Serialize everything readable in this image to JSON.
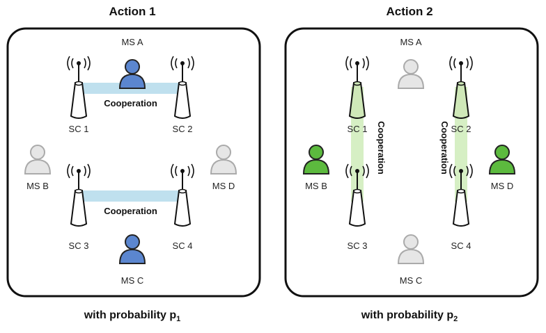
{
  "panels": [
    {
      "title": "Action 1",
      "caption_prefix": "with probability p",
      "caption_sub": "1",
      "stations": [
        {
          "key": "sc1",
          "label": "SC 1",
          "highlight": false
        },
        {
          "key": "sc2",
          "label": "SC 2",
          "highlight": false
        },
        {
          "key": "sc3",
          "label": "SC 3",
          "highlight": false
        },
        {
          "key": "sc4",
          "label": "SC 4",
          "highlight": false
        }
      ],
      "users": [
        {
          "key": "msa",
          "label": "MS A",
          "state": "active-blue"
        },
        {
          "key": "msb",
          "label": "MS B",
          "state": "idle"
        },
        {
          "key": "msc",
          "label": "MS C",
          "state": "active-blue"
        },
        {
          "key": "msd",
          "label": "MS D",
          "state": "idle"
        }
      ],
      "links": [
        {
          "from": "sc1",
          "to": "sc2",
          "label": "Cooperation",
          "orientation": "horizontal"
        },
        {
          "from": "sc3",
          "to": "sc4",
          "label": "Cooperation",
          "orientation": "horizontal"
        }
      ]
    },
    {
      "title": "Action 2",
      "caption_prefix": "with probability p",
      "caption_sub": "2",
      "stations": [
        {
          "key": "sc1",
          "label": "SC 1",
          "highlight": true
        },
        {
          "key": "sc2",
          "label": "SC 2",
          "highlight": true
        },
        {
          "key": "sc3",
          "label": "SC 3",
          "highlight": false
        },
        {
          "key": "sc4",
          "label": "SC 4",
          "highlight": false
        }
      ],
      "users": [
        {
          "key": "msa",
          "label": "MS A",
          "state": "idle"
        },
        {
          "key": "msb",
          "label": "MS B",
          "state": "active-green"
        },
        {
          "key": "msc",
          "label": "MS C",
          "state": "idle"
        },
        {
          "key": "msd",
          "label": "MS D",
          "state": "active-green"
        }
      ],
      "links": [
        {
          "from": "sc1",
          "to": "sc3",
          "label": "Cooperation",
          "orientation": "vertical"
        },
        {
          "from": "sc2",
          "to": "sc4",
          "label": "Cooperation",
          "orientation": "vertical"
        }
      ]
    }
  ],
  "colors": {
    "active-blue": "#5b86cf",
    "active-green": "#5cba3e",
    "idle": "#e6e6e6",
    "link-blue": "#bfe0ee",
    "link-green": "#d6efc4",
    "station-fill": "#ffffff",
    "station-highlight": "#cfe8b8"
  }
}
